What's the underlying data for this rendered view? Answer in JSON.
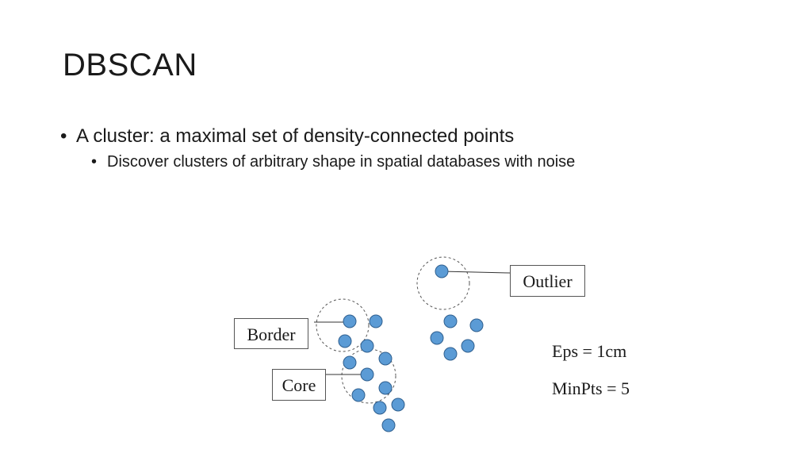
{
  "slide": {
    "title": "DBSCAN",
    "bullets": [
      "A cluster: a maximal set of density-connected points",
      "Discover clusters of arbitrary shape in spatial databases with noise"
    ]
  },
  "diagram": {
    "labels": {
      "outlier": "Outlier",
      "border": "Border",
      "core": "Core"
    },
    "params": {
      "eps": "Eps = 1cm",
      "minpts": "MinPts = 5"
    },
    "colors": {
      "point_fill": "#5B9BD5",
      "point_stroke": "#2F5F8F",
      "circle_stroke": "#555555",
      "line": "#333333"
    }
  }
}
